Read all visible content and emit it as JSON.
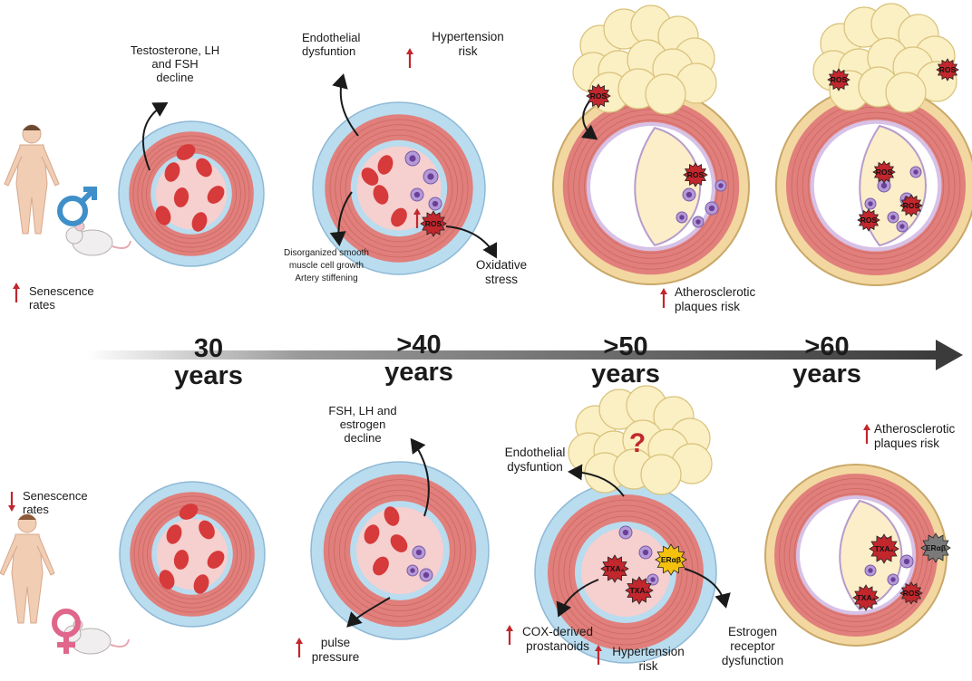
{
  "timeline": {
    "ages": [
      {
        "number": "30",
        "unit": "years"
      },
      {
        "number": ">40",
        "unit": "years"
      },
      {
        "number": ">50",
        "unit": "years"
      },
      {
        "number": ">60",
        "unit": "years"
      }
    ]
  },
  "male": {
    "senescence": "Senescence\nrates",
    "hormones": "Testosterone, LH\nand FSH\ndecline",
    "endothelial": "Endothelial\ndysfuntion",
    "hypertension": "Hypertension\nrisk",
    "smooth_muscle": "Disorganized smooth\nmuscle cell growth\nArtery stiffening",
    "oxidative": "Oxidative\nstress",
    "athero": "Atherosclerotic\nplaques risk"
  },
  "female": {
    "senescence": "Senescence\nrates",
    "hormones": "FSH, LH and\nestrogen\ndecline",
    "pulse": "pulse\npressure",
    "endothelial": "Endothelial\ndysfuntion",
    "cox": "COX-derived\nprostanoids",
    "hypertension": "Hypertension\nrisk",
    "estrogen_receptor": "Estrogen\nreceptor\ndysfunction",
    "athero": "Atherosclerotic\nplaques risk",
    "question": "?"
  },
  "tags": {
    "ros": "ROS",
    "txa": "TXA₂",
    "er": "ERαβ"
  },
  "colors": {
    "vessel_outer": "#b9dcef",
    "vessel_muscle": "#e07f7b",
    "vessel_lumen": "#f6cfcf",
    "rbc": "#d63a3a",
    "plaque": "#fbeec9",
    "arrow_up": "#c1272d",
    "male_symbol": "#3f8fc9",
    "female_symbol": "#e0668c",
    "timeline": "#3b3b3b"
  }
}
